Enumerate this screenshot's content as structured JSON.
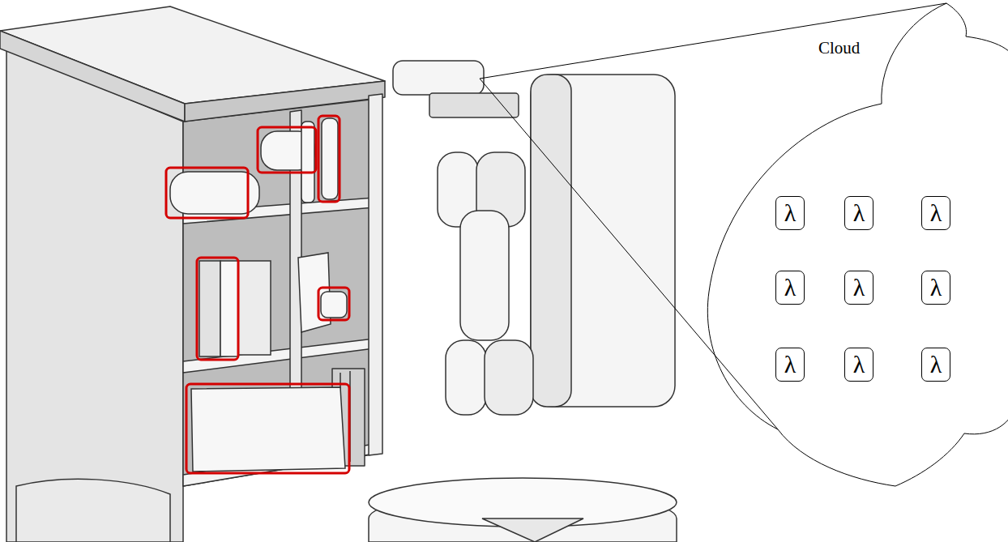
{
  "diagram": {
    "nodes": [
      {
        "text": [
          "Cloud"
        ]
      },
      {
        "text": [
          "λ"
        ],
        "in": 0
      },
      {
        "text": [
          "λ"
        ],
        "in": 0
      },
      {
        "text": [
          "λ"
        ],
        "in": 0
      },
      {
        "text": [
          "λ"
        ],
        "in": 0
      },
      {
        "text": [
          "λ"
        ],
        "in": 0
      },
      {
        "text": [
          "λ"
        ],
        "in": 0
      },
      {
        "text": [
          "λ"
        ],
        "in": 0
      },
      {
        "text": [
          "λ"
        ],
        "in": 0
      },
      {
        "text": [
          "λ"
        ],
        "in": 0
      }
    ],
    "edges": []
  }
}
